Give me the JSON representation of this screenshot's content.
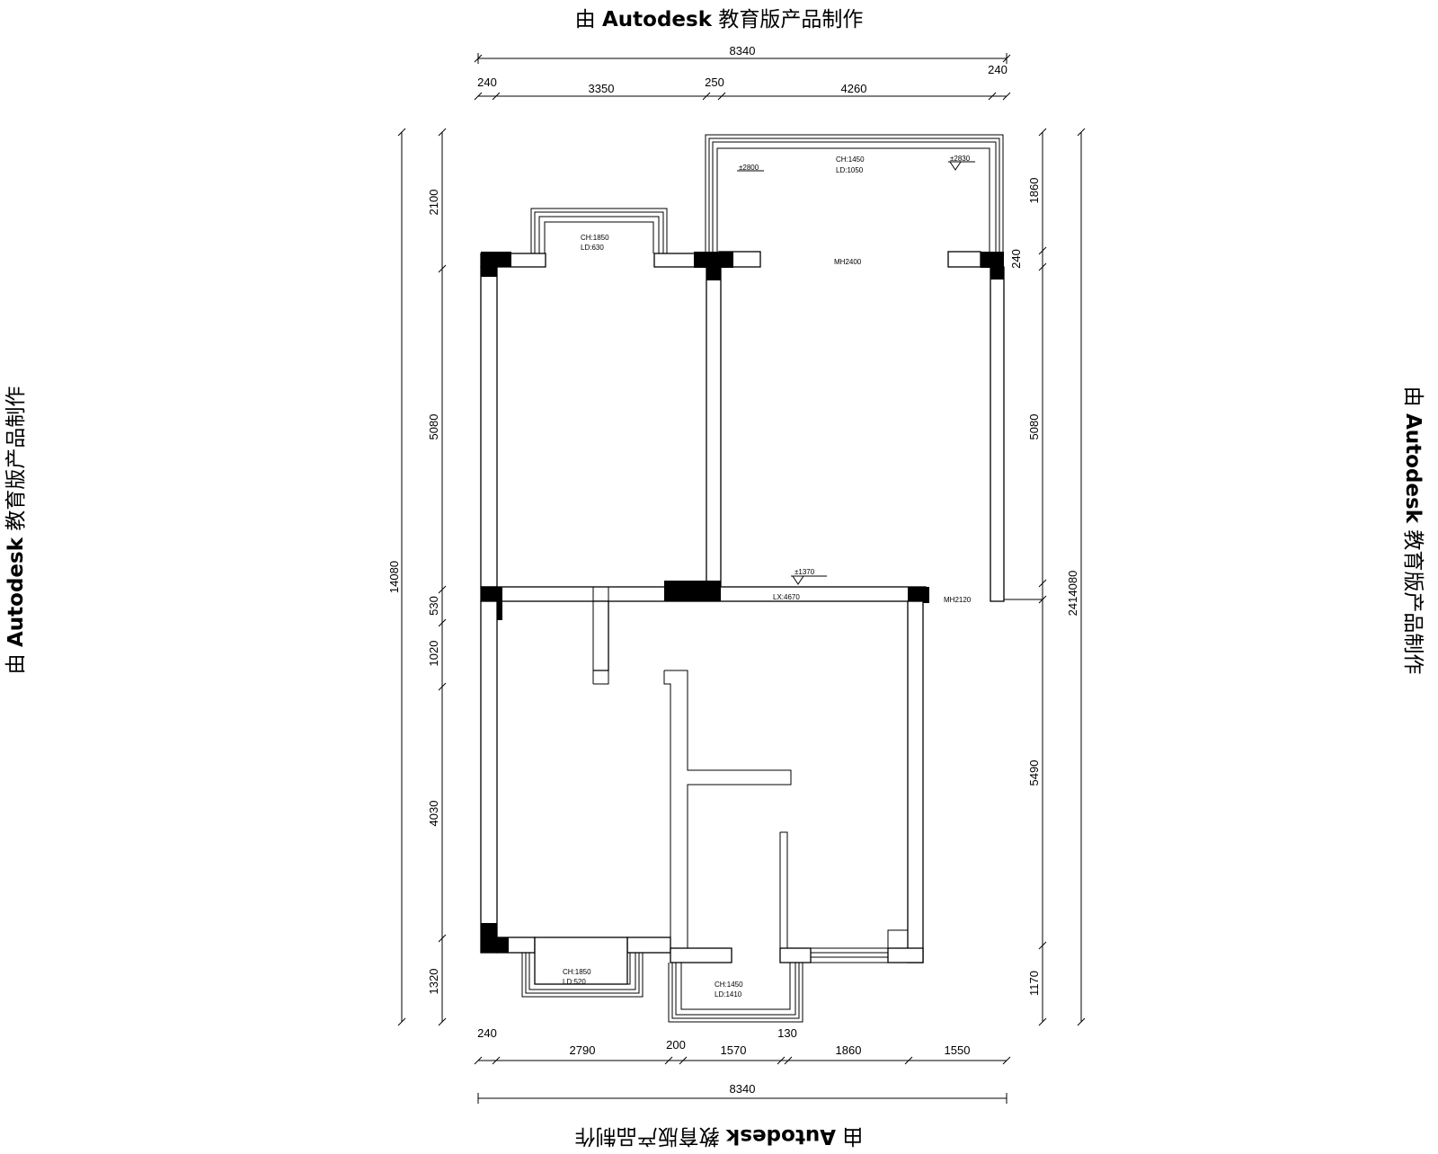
{
  "watermark": {
    "prefix": "由",
    "brand": "Autodesk",
    "suffix": "教育版产品制作"
  },
  "dims": {
    "top_total": "8340",
    "top_right_corner": "240",
    "top_segments": [
      "240",
      "3350",
      "250",
      "4260"
    ],
    "bottom_segments": [
      "240",
      "2790",
      "200",
      "1570",
      "130",
      "1860",
      "1550"
    ],
    "bottom_total": "8340",
    "left_total": "14080",
    "left_segments": [
      "2100",
      "5080",
      "530",
      "1020",
      "4030",
      "1320"
    ],
    "right_segments": [
      "1860",
      "240",
      "5080",
      "5490",
      "1170"
    ],
    "right_total": "2414080"
  },
  "notes": {
    "balcony_top_ch": "CH:1450",
    "balcony_top_ld": "LD:1050",
    "level_left": "±2800",
    "level_right": "±2830",
    "mh_top": "MH2400",
    "window_top_ch": "CH:1850",
    "window_top_ld": "LD:630",
    "level_mid": "±1370",
    "lx": "LX:4670",
    "mh_mid": "MH2120",
    "window_bottom_ch": "CH:1850",
    "window_bottom_ld": "LD:520",
    "balcony_bottom_ch": "CH:1450",
    "balcony_bottom_ld": "LD:1410"
  }
}
